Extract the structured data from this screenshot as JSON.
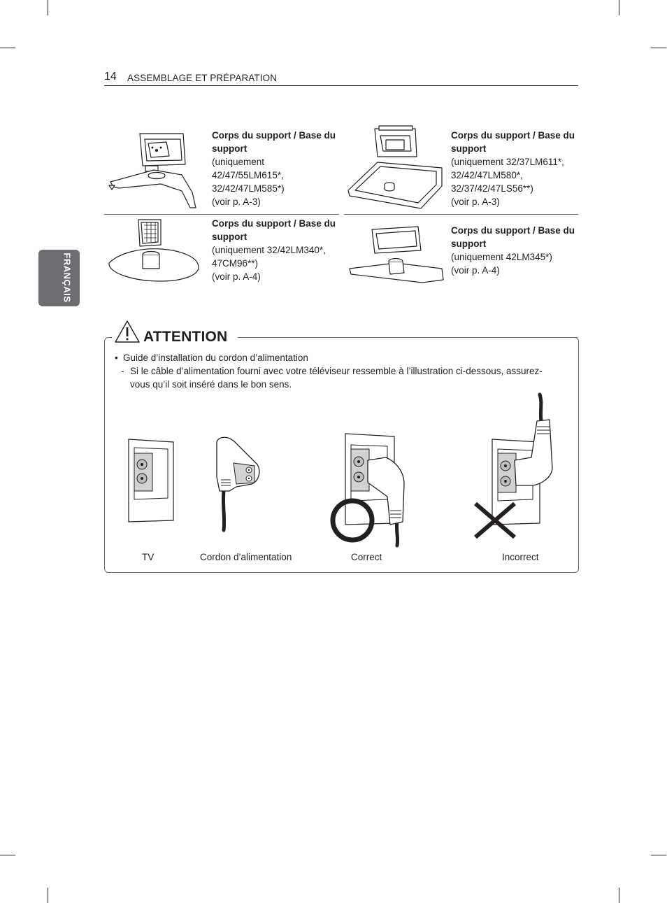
{
  "header": {
    "page_number": "14",
    "section_title": "ASSEMBLAGE ET PRÉPARATION"
  },
  "language_tab": "FRANÇAIS",
  "stands": [
    {
      "title": "Corps du support / Base du support",
      "models": [
        "(uniquement",
        "42/47/55LM615*,",
        "32/42/47LM585*)"
      ],
      "ref": "(voir p. A-3)"
    },
    {
      "title": "Corps du support / Base du support",
      "models": [
        "(uniquement 32/37LM611*,",
        "32/42/47LM580*,",
        "32/37/42/47LS56**)"
      ],
      "ref": "(voir p. A-3)"
    },
    {
      "title": "Corps du support / Base du support",
      "models": [
        "(uniquement 32/42LM340*,",
        "47CM96**)"
      ],
      "ref": "(voir p. A-4)"
    },
    {
      "title": "Corps du support / Base du support",
      "models": [
        "(uniquement 42LM345*)"
      ],
      "ref": "(voir p. A-4)"
    }
  ],
  "attention": {
    "title": "ATTENTION",
    "bullet": "Guide d’installation du cordon d’alimentation",
    "dash_line1": "Si le câble d’alimentation fourni avec votre téléviseur ressemble à l’illustration ci-dessous, assurez-",
    "dash_line2": "vous qu’il soit inséré dans le bon sens.",
    "captions": [
      "TV",
      "Cordon d’alimentation",
      "Correct",
      "Incorrect"
    ]
  }
}
